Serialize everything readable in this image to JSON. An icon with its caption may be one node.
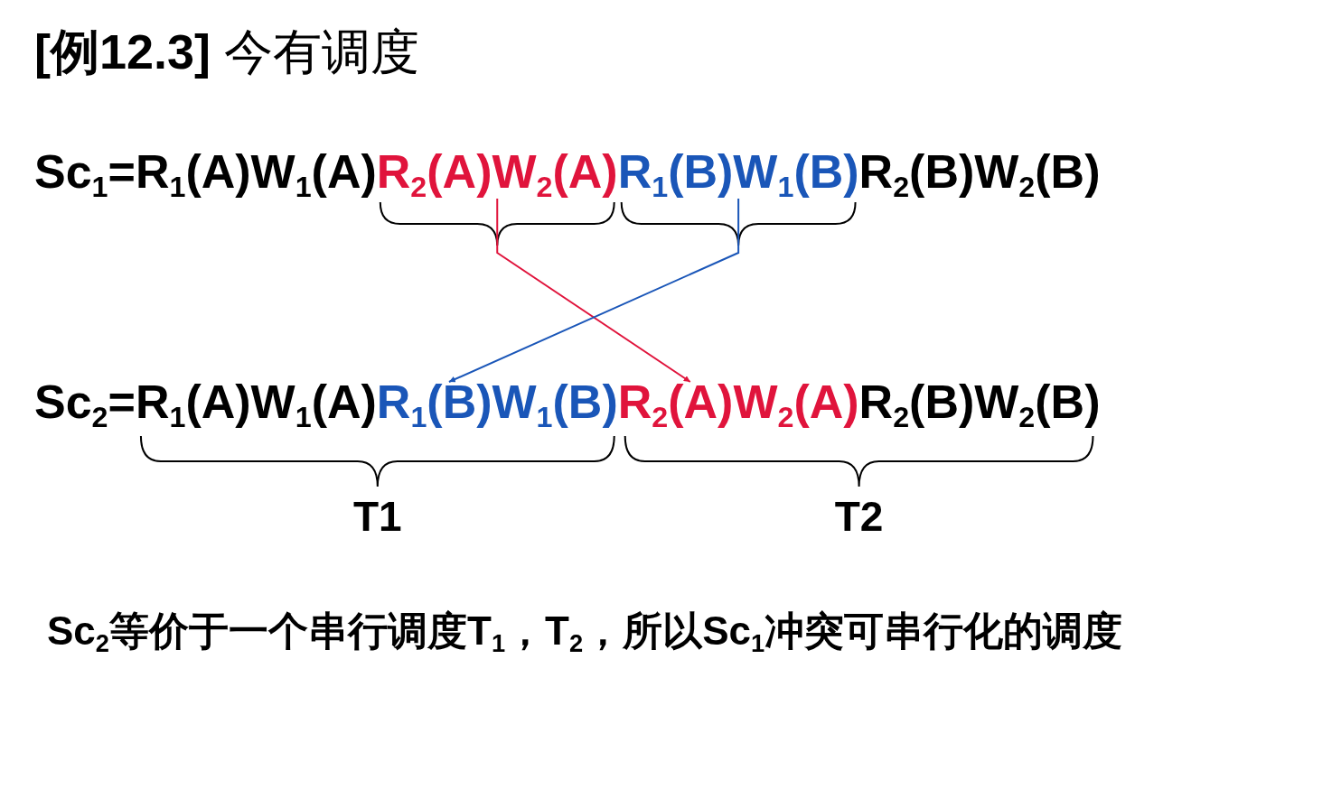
{
  "diagram": {
    "title": "**[例12.3]** 今有调度",
    "nodes": [
      {
        "text": [
          "R$_{2}$(A)W$_{2}$(A)"
        ]
      },
      {
        "text": [
          "R$_{1}$(B)W$_{1}$(B)"
        ]
      },
      {
        "text": [
          "R$_{1}$(B)W$_{1}$(B)"
        ]
      },
      {
        "text": [
          "R$_{2}$(A)W$_{2}$(A)"
        ]
      }
    ],
    "edges": [
      {
        "from": 0,
        "to": 3,
        "arrow": "to",
        "color": "#e0143c"
      },
      {
        "from": 1,
        "to": 2,
        "arrow": "to",
        "color": "#1a56b8"
      }
    ],
    "labels": [
      "Sc$_{1}$=R$_{1}$(A)W$_{1}$(A)",
      "R$_{2}$(B)W$_{2}$(B)",
      "Sc$_{2}$=",
      "R$_{1}$(A)W$_{1}$(A)",
      "R$_{2}$(B)W$_{2}$(B)",
      "T1",
      "T2"
    ],
    "caption": "Sc$_{2}$等价于一个串行调度T$_{1}$，T$_{2}$，所以Sc$_{1}$冲突可串行化的调度"
  }
}
